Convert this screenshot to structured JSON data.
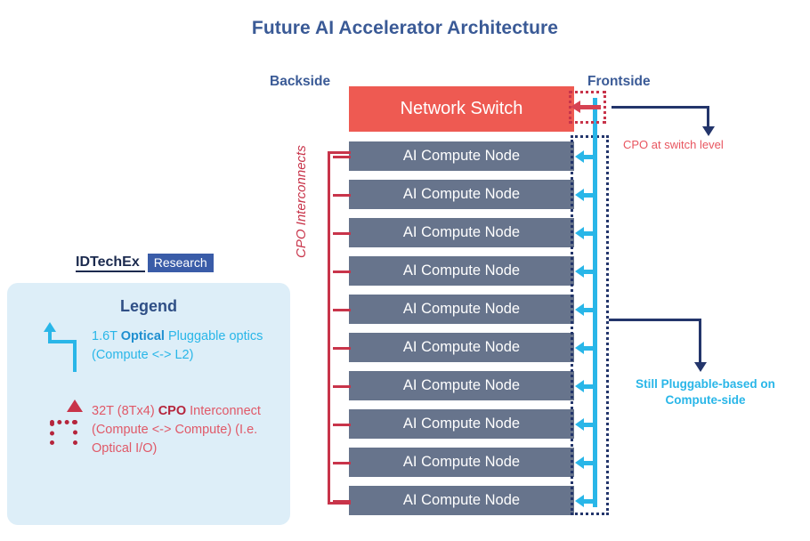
{
  "title": "Future AI Accelerator Architecture",
  "labels": {
    "backside": "Backside",
    "frontside": "Frontside"
  },
  "switch": {
    "label": "Network Switch",
    "color": "#ee5a52"
  },
  "nodes": {
    "label": "AI Compute Node",
    "count": 10,
    "color": "#67748c",
    "items": [
      "AI Compute Node",
      "AI Compute Node",
      "AI Compute Node",
      "AI Compute Node",
      "AI Compute Node",
      "AI Compute Node",
      "AI Compute Node",
      "AI Compute Node",
      "AI Compute Node",
      "AI Compute Node"
    ]
  },
  "interconnect": {
    "vertical_label": "CPO Interconnects",
    "color": "#c8344a"
  },
  "annotations": {
    "cpo_at_switch": "CPO at switch level",
    "cpo_at_switch_color": "#e8555f",
    "still_pluggable_line1": "Still Pluggable-based on",
    "still_pluggable_line2": "Compute-side",
    "still_pluggable_color": "#29b6e8"
  },
  "branding": {
    "name": "IDTechEx",
    "suffix": "Research",
    "suffix_bg": "#3a5ca8"
  },
  "legend": {
    "title": "Legend",
    "entries": [
      {
        "icon": "cyan-elbow-arrow-icon",
        "text_prefix": "1.6T ",
        "text_bold": "Optical",
        "text_suffix": " Pluggable optics (Compute <-> L2)",
        "color": "#29b6e8"
      },
      {
        "icon": "red-dotted-elbow-arrow-icon",
        "text_prefix": "32T (8Tx4) ",
        "text_bold": "CPO",
        "text_suffix": " Interconnect (Compute <-> Compute) (I.e. Optical I/O)",
        "color": "#e05968"
      }
    ]
  }
}
